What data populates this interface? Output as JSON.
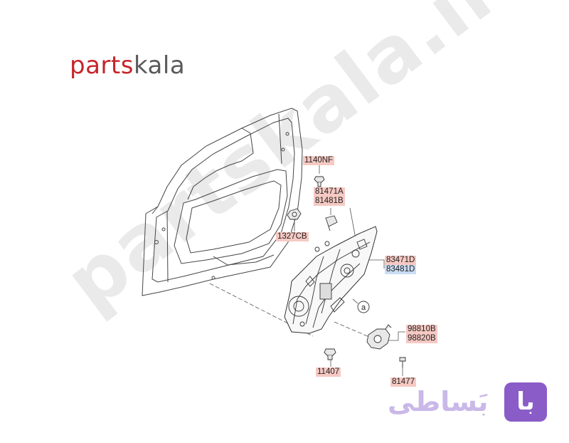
{
  "logo": {
    "part1": "parts",
    "part2": "kala"
  },
  "watermark": "partskala.ir",
  "brand": {
    "badge": "با",
    "name": "بَساطی"
  },
  "callout_a": "a",
  "part_labels": {
    "p1140NF": "1140NF",
    "p81471A": "81471A",
    "p81481B": "81481B",
    "p1327CB": "1327CB",
    "p83471D": "83471D",
    "p83481D": "83481D",
    "p98810B": "98810B",
    "p98820B": "98820B",
    "p11407": "11407",
    "p81477": "81477"
  }
}
